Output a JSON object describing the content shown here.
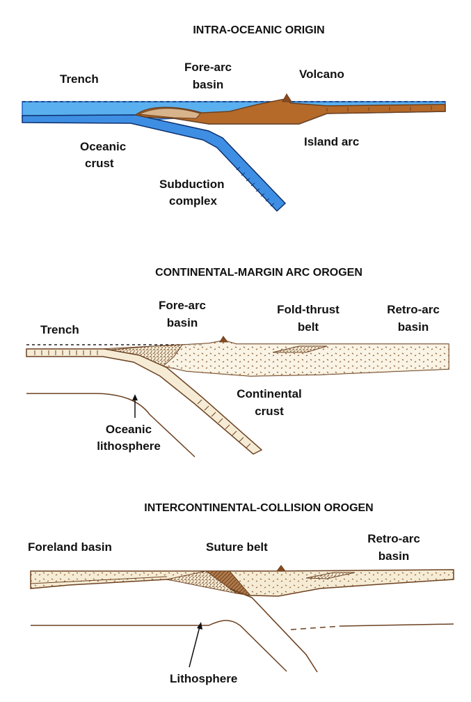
{
  "colors": {
    "ocean": "#5ab0ee",
    "ocean_dark": "#1c63c4",
    "arc_brown": "#b56a2a",
    "line_brown": "#6b4020",
    "crust_fill": "#f6ecd6",
    "dot": "#8b5a2b",
    "text": "#111111"
  },
  "panel1": {
    "title": "INTRA-OCEANIC ORIGIN",
    "labels": {
      "trench": "Trench",
      "forearc_1": "Fore-arc",
      "forearc_2": "basin",
      "volcano": "Volcano",
      "oceanic_1": "Oceanic",
      "oceanic_2": "crust",
      "island_arc": "Island arc",
      "subduction_1": "Subduction",
      "subduction_2": "complex"
    }
  },
  "panel2": {
    "title": "CONTINENTAL-MARGIN ARC OROGEN",
    "labels": {
      "trench": "Trench",
      "forearc_1": "Fore-arc",
      "forearc_2": "basin",
      "foldthrust_1": "Fold-thrust",
      "foldthrust_2": "belt",
      "retroarc_1": "Retro-arc",
      "retroarc_2": "basin",
      "continental_1": "Continental",
      "continental_2": "crust",
      "oceanic_1": "Oceanic",
      "oceanic_2": "lithosphere"
    }
  },
  "panel3": {
    "title": "INTERCONTINENTAL-COLLISION OROGEN",
    "labels": {
      "foreland": "Foreland basin",
      "suture": "Suture belt",
      "retroarc_1": "Retro-arc",
      "retroarc_2": "basin",
      "lithosphere": "Lithosphere"
    }
  }
}
